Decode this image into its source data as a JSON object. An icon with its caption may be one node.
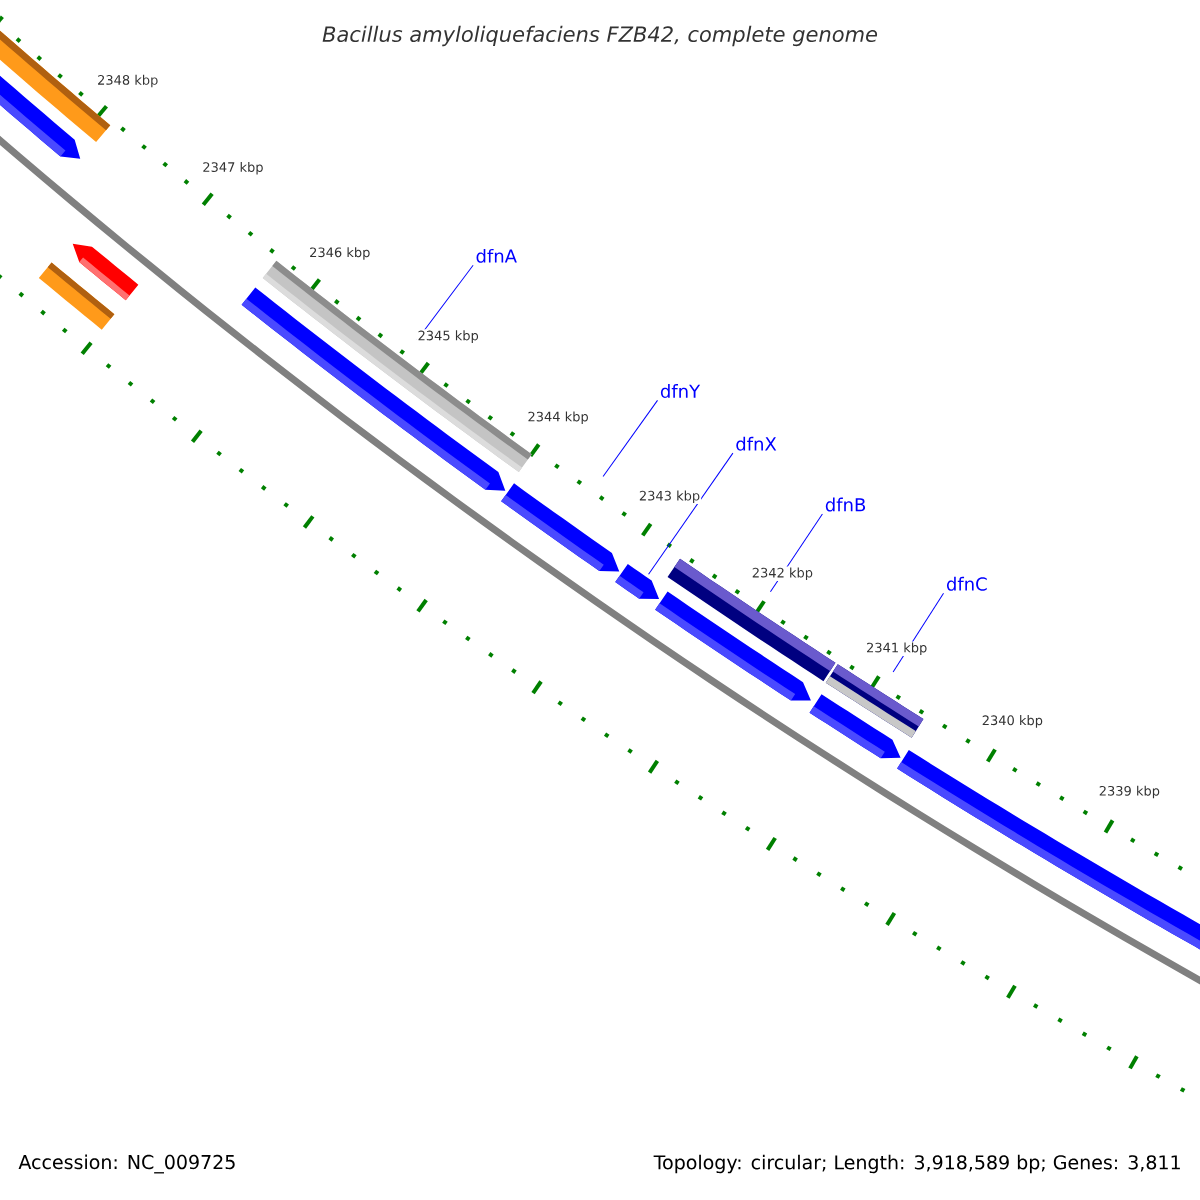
{
  "diagram": {
    "title": "Bacillus amyloliquefaciens FZB42, complete genome",
    "nodes": [
      {
        "text": [
          "dfnA"
        ]
      },
      {
        "text": [
          "dfnY"
        ]
      },
      {
        "text": [
          "dfnX"
        ]
      },
      {
        "text": [
          "dfnB"
        ]
      },
      {
        "text": [
          "dfnC"
        ]
      },
      {
        "text": [],
        "shape": "bar"
      },
      {
        "text": [],
        "shape": "bar"
      },
      {
        "text": [],
        "shape": "bar"
      },
      {
        "text": [],
        "shape": "bar"
      },
      {
        "text": [],
        "shape": "bar"
      }
    ],
    "edges": [
      {
        "from": 0,
        "to": 5,
        "arrow": "none"
      },
      {
        "from": 1,
        "to": 6,
        "arrow": "none"
      },
      {
        "from": 2,
        "to": 7,
        "arrow": "none"
      },
      {
        "from": 3,
        "to": 8,
        "arrow": "none"
      },
      {
        "from": 4,
        "to": 9,
        "arrow": "none"
      }
    ],
    "labels": [
      "2348 kbp",
      "2347 kbp",
      "2346 kbp",
      "2345 kbp",
      "2344 kbp",
      "2343 kbp",
      "2342 kbp",
      "2341 kbp",
      "2340 kbp",
      "2339 kbp",
      "Accession: NC_009725",
      "Topology: circular; Length: 3,918,589 bp; Genes: 3,811"
    ]
  }
}
